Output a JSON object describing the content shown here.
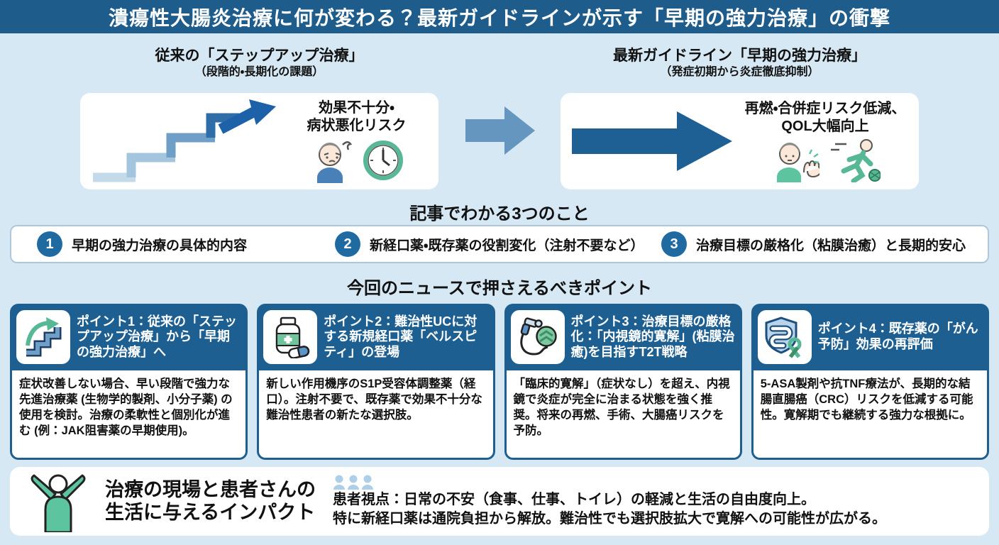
{
  "title": "潰瘍性大腸炎治療に何が変わる？最新ガイドラインが示す「早期の強力治療」の衝撃",
  "comparison": {
    "left": {
      "heading": "従来の「ステップアップ治療」",
      "subheading": "（段階的・長期化の課題）",
      "result_line1": "効果不十分・",
      "result_line2": "病状悪化リスク",
      "icons": [
        "step-up-stairs-arrow-icon",
        "worried-person-icon",
        "clock-icon"
      ]
    },
    "right": {
      "heading": "最新ガイドライン「早期の強力治療」",
      "subheading": "（発症初期から炎症徹底抑制）",
      "result_line1": "再燃・合併症リスク低減、",
      "result_line2": "QOL大幅向上",
      "icons": [
        "straight-arrow-icon",
        "waving-person-icon",
        "running-person-icon"
      ]
    }
  },
  "takeaways": {
    "heading": "記事でわかる3つのこと",
    "items": [
      {
        "number": "1",
        "text": "早期の強力治療の具体的内容"
      },
      {
        "number": "2",
        "text": "新経口薬・既存薬の役割変化（注射不要など）"
      },
      {
        "number": "3",
        "text": "治療目標の厳格化（粘膜治癒）と長期的安心"
      }
    ]
  },
  "points": {
    "heading": "今回のニュースで押さえるべきポイント",
    "cards": [
      {
        "icon": "stairs-up-arrow-icon",
        "title": "ポイント1：従来の「ステップアップ治療」から「早期の強力治療」へ",
        "body": "症状改善しない場合、早い段階で強力な先進治療薬 (生物学的製剤、小分子薬) の使用を検討。治療の柔軟性と個別化が進む (例：JAK阻害薬の早期使用)。"
      },
      {
        "icon": "medicine-bottle-icon",
        "title": "ポイント2：難治性UCに対する新規経口薬「ベルスピティ」の登場",
        "body": "新しい作用機序のS1P受容体調整薬（経口）。注射不要で、既存薬で効果不十分な難治性患者の新たな選択肢。"
      },
      {
        "icon": "endoscope-icon",
        "title": "ポイント3：治療目標の厳格化：「内視鏡的寛解」(粘膜治癒)を目指すT2T戦略",
        "body": "「臨床的寛解」（症状なし）を超え、内視鏡で炎症が完全に治まる状態を強く推奨。将来の再燃、手術、大腸癌リスクを予防。"
      },
      {
        "icon": "shield-colon-ribbon-icon",
        "title": "ポイント4：既存薬の「がん予防」効果の再評価",
        "body": "5-ASA製剤や抗TNF療法が、長期的な結腸直腸癌（CRC）リスクを低減する可能性。寛解期でも継続する強力な根拠に。"
      }
    ]
  },
  "impact": {
    "icon": "cheering-person-icon",
    "heading_line1": "治療の現場と患者さんの",
    "heading_line2": "生活に与えるインパクト",
    "group_icon": "three-people-icon",
    "body_line1": "患者視点：日常の不安（食事、仕事、トイレ）の軽減と生活の自由度向上。",
    "body_line2": "特に新経口薬は通院負担から解放。難治性でも選択肢拡大で寛解への可能性が広がる。"
  },
  "colors": {
    "title_bar": "#1e5c8c",
    "page_background": "#d5e8f4",
    "card_header": "#1d5f91",
    "number_circle": "#1f6aa0",
    "arrow_dark_blue": "#1e5f94",
    "arrow_light_blue": "#6596bf",
    "accent_green": "#56b894"
  }
}
